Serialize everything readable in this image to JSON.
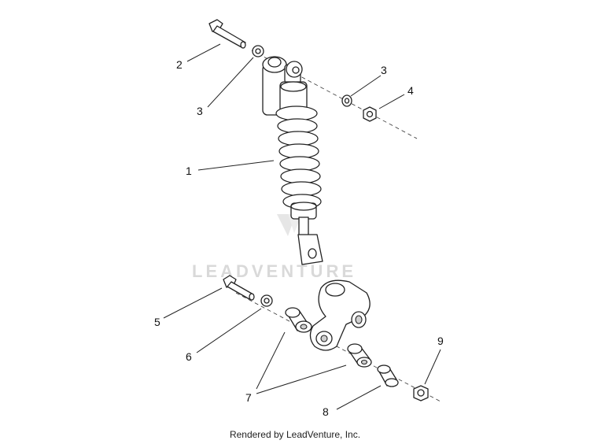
{
  "watermark": {
    "text": "LEADVENTURE"
  },
  "footer": {
    "text": "Rendered by LeadVenture, Inc."
  },
  "callouts": {
    "c1": "1",
    "c2": "2",
    "c3a": "3",
    "c3b": "3",
    "c4": "4",
    "c5": "5",
    "c6": "6",
    "c7": "7",
    "c8": "8",
    "c9": "9"
  }
}
